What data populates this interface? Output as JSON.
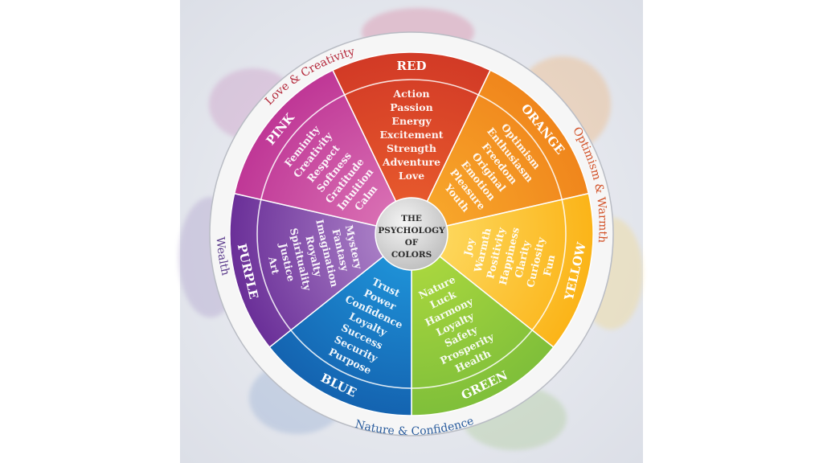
{
  "title_lines": [
    "THE",
    "PSYCHOLOGY",
    "OF",
    "COLORS"
  ],
  "sectors": [
    {
      "name": "RED",
      "color": "#d23a26",
      "light": "#e6582c",
      "words": [
        "Action",
        "Passion",
        "Energy",
        "Excitement",
        "Strength",
        "Adventure",
        "Love"
      ]
    },
    {
      "name": "ORANGE",
      "color": "#f0861c",
      "light": "#f7a52a",
      "words": [
        "Optimism",
        "Enthusiasm",
        "Freedom",
        "Original",
        "Emotion",
        "Pleasure",
        "Youth"
      ]
    },
    {
      "name": "YELLOW",
      "color": "#fbb418",
      "light": "#fdd65a",
      "words": [
        "Joy",
        "Warmth",
        "Positivity",
        "Happiness",
        "Clarity",
        "Curiosity",
        "Fun"
      ]
    },
    {
      "name": "GREEN",
      "color": "#7fbf3a",
      "light": "#a8d63e",
      "words": [
        "Nature",
        "Luck",
        "Harmony",
        "Loyalty",
        "Safety",
        "Prosperity",
        "Health"
      ]
    },
    {
      "name": "BLUE",
      "color": "#1463b0",
      "light": "#1e90d6",
      "words": [
        "Trust",
        "Power",
        "Confidence",
        "Loyalty",
        "Success",
        "Security",
        "Purpose"
      ]
    },
    {
      "name": "PURPLE",
      "color": "#6a2f98",
      "light": "#a77cc4",
      "words": [
        "Mystery",
        "Fantasy",
        "Imagination",
        "Royalty",
        "Spirituality",
        "Justice",
        "Art"
      ]
    },
    {
      "name": "PINK",
      "color": "#bf3796",
      "light": "#d86db2",
      "words": [
        "Feminity",
        "Creativity",
        "Respect",
        "Softness",
        "Gratitude",
        "Intuition",
        "Calm"
      ]
    }
  ],
  "ring_labels": [
    {
      "text": "Love & Creativity",
      "color": "#b4283a"
    },
    {
      "text": "Optimism & Warmth",
      "color": "#d2532a"
    },
    {
      "text": "Nature & Confidence",
      "color": "#2b5d9e"
    },
    {
      "text": "Wealth",
      "color": "#5b3b8c"
    }
  ]
}
